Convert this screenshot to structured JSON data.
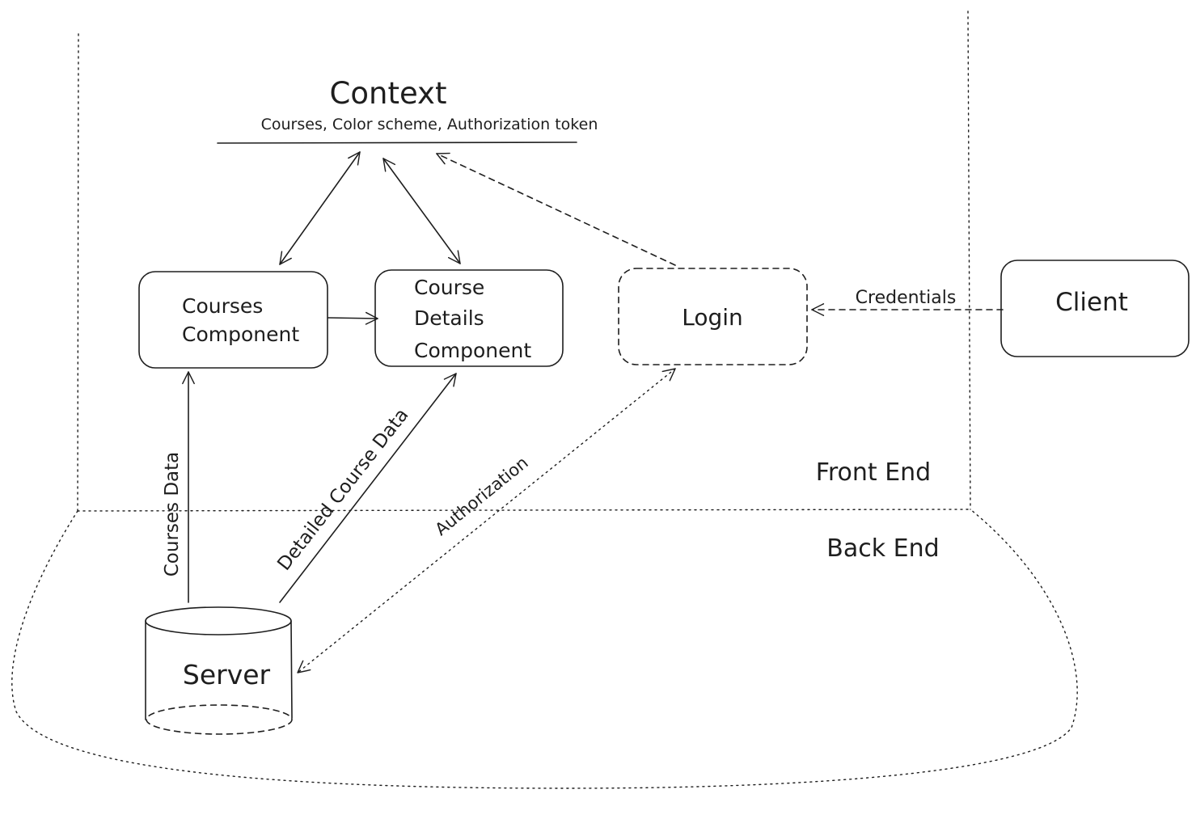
{
  "context": {
    "title": "Context",
    "subtitle": "Courses, Color scheme, Authorization token"
  },
  "nodes": {
    "courses_component": [
      "Courses",
      "Component"
    ],
    "course_details_component": [
      "Course",
      "Details",
      "Component"
    ],
    "login": "Login",
    "client": "Client",
    "server": "Server"
  },
  "edges": {
    "credentials": "Credentials",
    "courses_data": "Courses Data",
    "detailed_course_data": "Detailed Course Data",
    "authorization": "Authorization"
  },
  "regions": {
    "front_end": "Front End",
    "back_end": "Back End"
  }
}
